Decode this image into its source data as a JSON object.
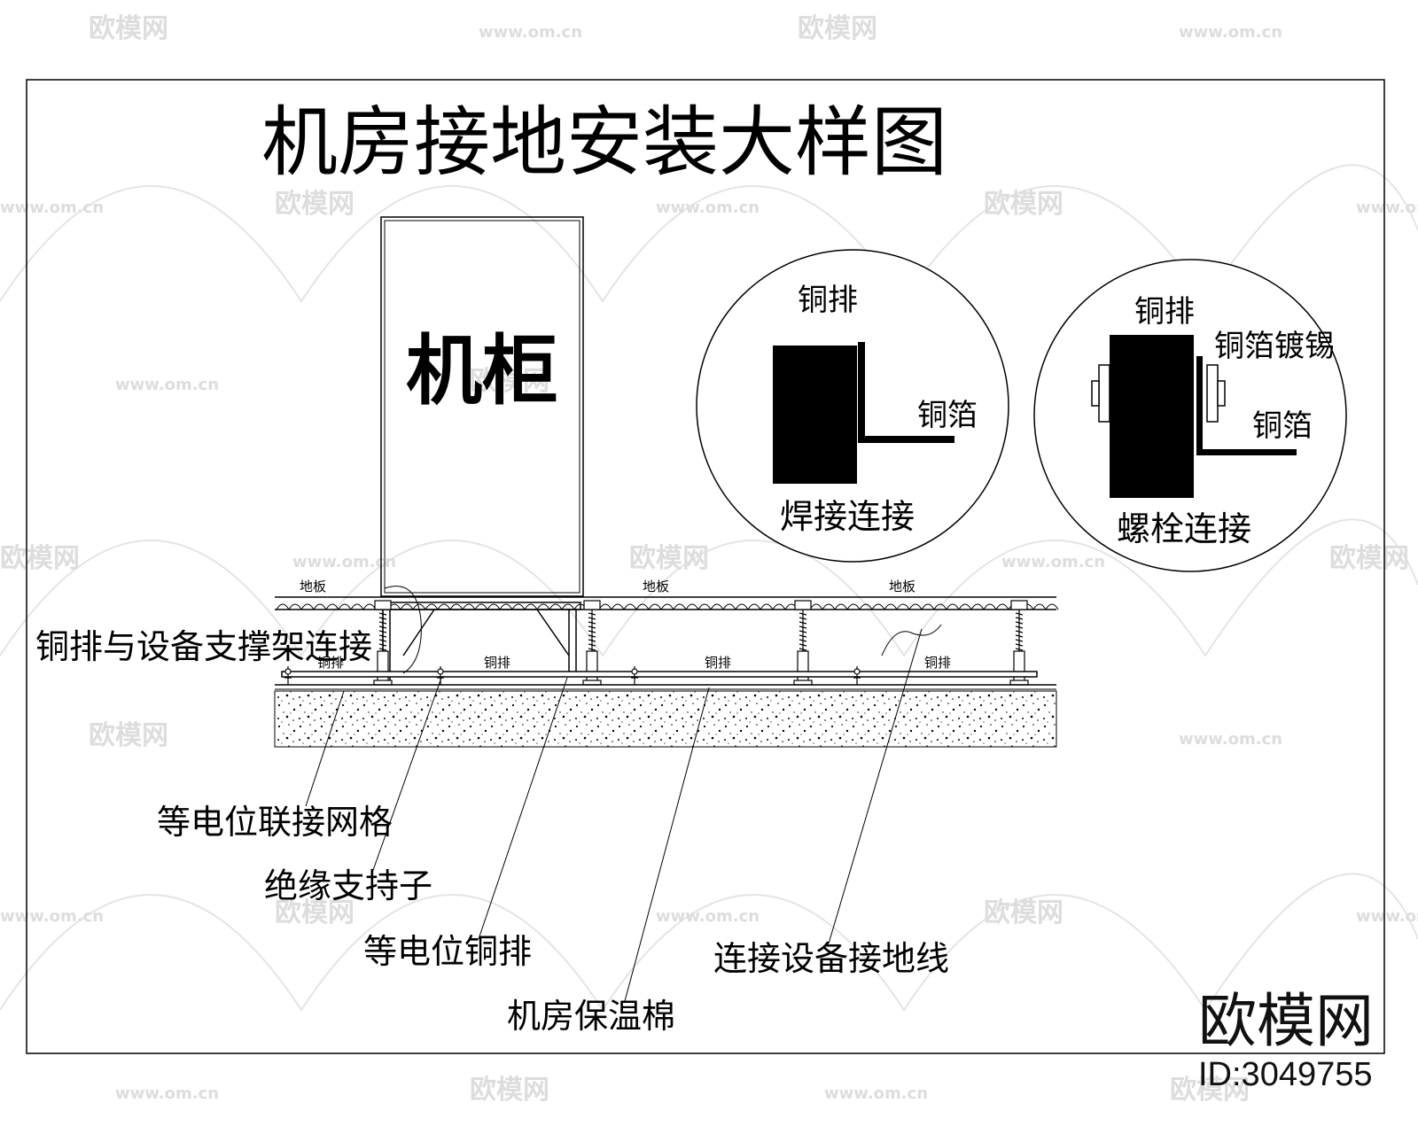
{
  "title": "机房接地安装大样图",
  "cabinet_label": "机柜",
  "detail_welded": {
    "top_label": "铜排",
    "foil_label": "铜箔",
    "caption": "焊接连接"
  },
  "detail_bolted": {
    "top_label": "铜排",
    "tin_label": "铜箔镀锡",
    "foil_label": "铜箔",
    "caption": "螺栓连接"
  },
  "floor_labels": [
    "地板",
    "地板",
    "地板"
  ],
  "busbar_labels": [
    "铜排",
    "铜排",
    "铜排",
    "铜排"
  ],
  "callouts": {
    "support_connection": "铜排与设备支撑架连接",
    "equipotential_grid": "等电位联接网格",
    "insulator": "绝缘支持子",
    "equipotential_busbar": "等电位铜排",
    "insulation_cotton": "机房保温棉",
    "equipment_ground": "连接设备接地线"
  },
  "watermark": {
    "logo": "欧模网",
    "url": "www.om.cn"
  },
  "brand": {
    "name": "欧模网",
    "id": "ID:3049755"
  }
}
